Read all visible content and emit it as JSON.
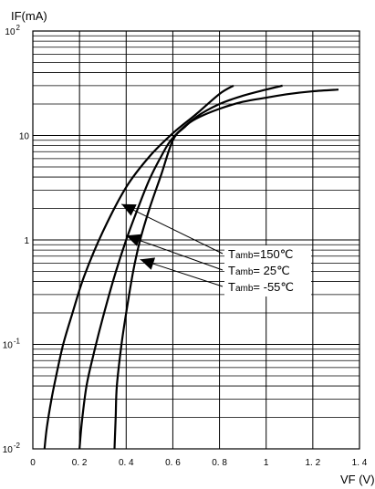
{
  "chart_data": {
    "type": "line",
    "ylabel": "IF(mA)",
    "xlabel": "VF (V)",
    "xlim": [
      0,
      1.4
    ],
    "ylim": [
      0.01,
      100
    ],
    "y_scale": "log",
    "grid": true,
    "x_ticks": [
      "0",
      "0. 2",
      "0. 4",
      "0. 6",
      "0. 8",
      "1",
      "1. 2",
      "1. 4"
    ],
    "y_ticks": [
      {
        "value": 0.01,
        "base": "10",
        "exp": "-2"
      },
      {
        "value": 0.1,
        "base": "10",
        "exp": "-1"
      },
      {
        "value": 1,
        "base": "1",
        "exp": ""
      },
      {
        "value": 10,
        "base": "10",
        "exp": ""
      },
      {
        "value": 100,
        "base": "10",
        "exp": "2"
      }
    ],
    "series": [
      {
        "name": "Tamb=150℃",
        "x": [
          0.05,
          0.06,
          0.08,
          0.1,
          0.13,
          0.17,
          0.22,
          0.3,
          0.4,
          0.5,
          0.6,
          0.7,
          0.8,
          0.86
        ],
        "y": [
          0.01,
          0.016,
          0.03,
          0.05,
          0.1,
          0.2,
          0.45,
          1.2,
          3.2,
          6.3,
          10.5,
          16,
          25,
          30
        ]
      },
      {
        "name": "Tamb= 25℃",
        "x": [
          0.2,
          0.21,
          0.23,
          0.26,
          0.3,
          0.35,
          0.4,
          0.45,
          0.5,
          0.55,
          0.6,
          0.7,
          0.8,
          0.9,
          1.0,
          1.07
        ],
        "y": [
          0.01,
          0.018,
          0.04,
          0.08,
          0.18,
          0.45,
          1.0,
          2.0,
          3.8,
          6.3,
          9.5,
          15,
          20,
          24,
          27.5,
          30
        ]
      },
      {
        "name": "Tamb= -55℃",
        "x": [
          0.35,
          0.355,
          0.36,
          0.38,
          0.4,
          0.43,
          0.46,
          0.5,
          0.55,
          0.6,
          0.65,
          0.7,
          0.8,
          0.9,
          1.0,
          1.1,
          1.2,
          1.31
        ],
        "y": [
          0.01,
          0.02,
          0.04,
          0.1,
          0.2,
          0.5,
          1.0,
          2.0,
          4.2,
          9.0,
          12,
          14.5,
          18,
          21,
          23,
          25,
          26.5,
          27.5
        ]
      }
    ],
    "annotations": [
      {
        "label_parts": [
          "T",
          "amb",
          "=150℃"
        ],
        "points_to": {
          "x": 0.38,
          "y": 2.2
        }
      },
      {
        "label_parts": [
          "T",
          "amb",
          "=  25℃"
        ],
        "points_to": {
          "x": 0.4,
          "y": 1.1
        }
      },
      {
        "label_parts": [
          "T",
          "amb",
          "= -55℃"
        ],
        "points_to": {
          "x": 0.46,
          "y": 0.65
        }
      }
    ]
  }
}
